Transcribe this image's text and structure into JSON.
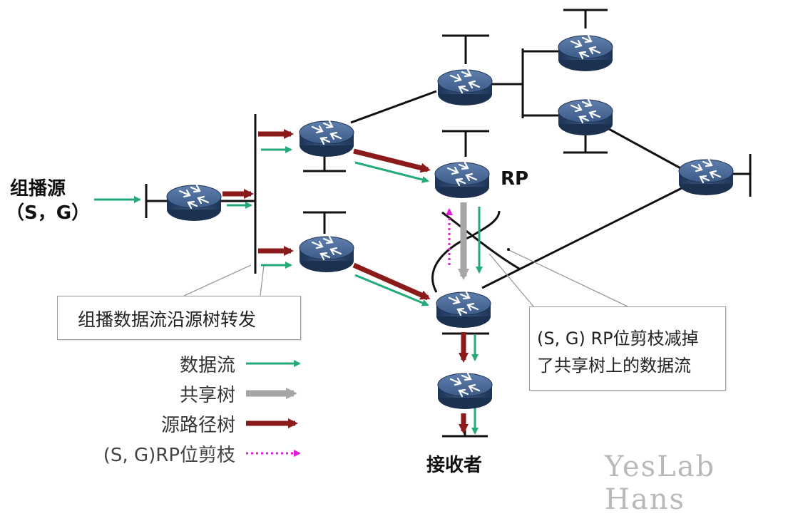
{
  "labels": {
    "source_line1": "组播源",
    "source_line2": "（S，G）",
    "rp": "RP",
    "receiver": "接收者"
  },
  "callouts": {
    "left": "组播数据流沿源树转发",
    "right_line1": "(S, G) RP位剪枝减掉",
    "right_line2": "了共享树上的数据流"
  },
  "legend": [
    {
      "label": "数据流",
      "style": "green-thin-arrow"
    },
    {
      "label": "共享树",
      "style": "gray-thick-arrow"
    },
    {
      "label": "源路径树",
      "style": "darkred-thick-arrow"
    },
    {
      "label": "(S, G)RP位剪枝",
      "style": "magenta-dotted-arrow"
    }
  ],
  "watermark": "YesLab Hans",
  "colors": {
    "data_flow": "#22aa77",
    "shared_tree": "#a6a6a6",
    "source_tree": "#8b1a1a",
    "rp_prune": "#e020d0",
    "router_body": "#2f4f7a"
  },
  "icons": {
    "router": "router-icon"
  }
}
